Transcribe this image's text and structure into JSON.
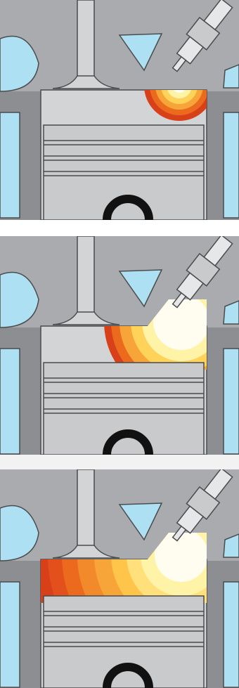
{
  "figure": {
    "panels": [
      {
        "stage": 1,
        "flame_extent": "small"
      },
      {
        "stage": 2,
        "flame_extent": "medium"
      },
      {
        "stage": 3,
        "flame_extent": "full"
      }
    ],
    "colors": {
      "background": "#ffffff",
      "metal_dark": "#8c8e91",
      "metal": "#b5b7ba",
      "metal_light": "#d3d4d6",
      "coolant": "#aee0f3",
      "outline": "#4a4b4d",
      "flame_core": "#fffdf0",
      "flame_light": "#fff3a8",
      "flame_mid": "#ffd35a",
      "flame_orange": "#f7a538",
      "flame_dark": "#ec6a1d",
      "flame_red": "#d8401a"
    },
    "icons": {
      "valve": "intake-valve",
      "plug": "spark-plug",
      "piston": "piston",
      "pin": "wrist-pin"
    }
  }
}
